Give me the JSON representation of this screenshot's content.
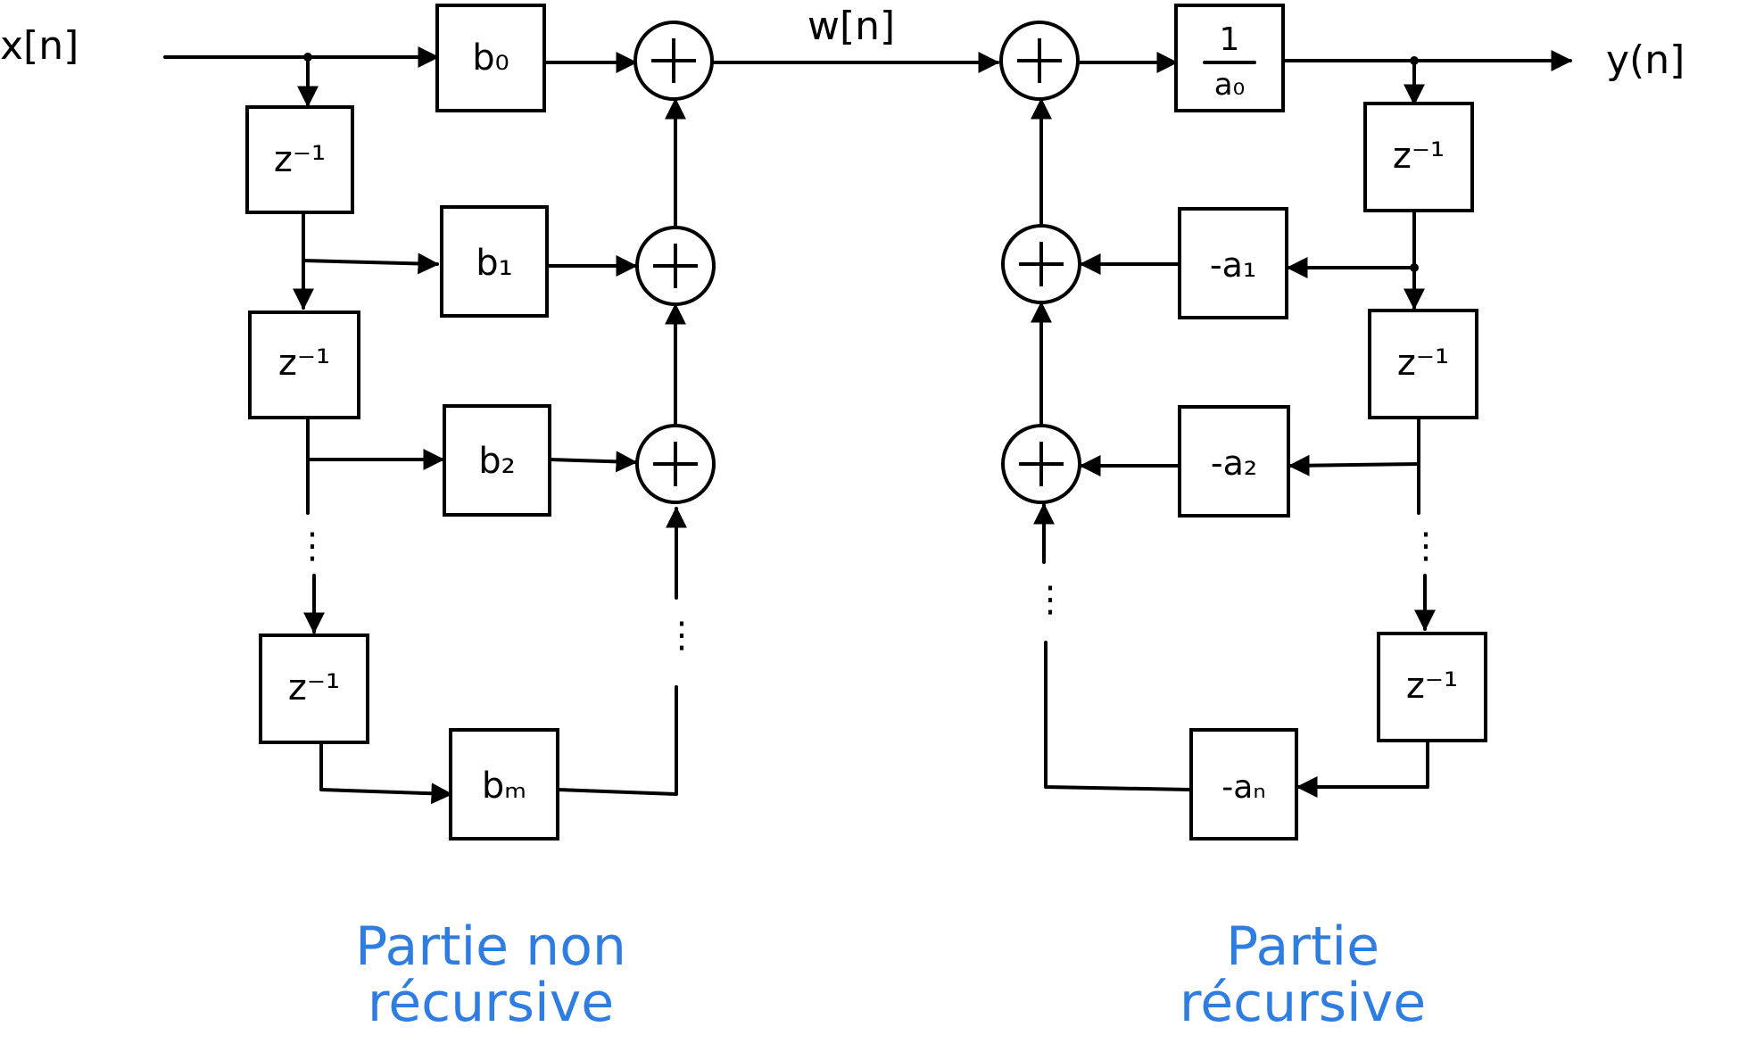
{
  "signals": {
    "input": "x[n]",
    "intermediate": "w[n]",
    "output": "y(n]"
  },
  "blocks": {
    "delay": "z⁻¹",
    "b0": "b₀",
    "b1": "b₁",
    "b2": "b₂",
    "bm": "bₘ",
    "inv_a0_num": "1",
    "inv_a0_den": "a₀",
    "a1": "-a₁",
    "a2": "-a₂",
    "aN": "-aₙ"
  },
  "summer_symbol": "+",
  "continuation": "⋮",
  "sections": {
    "left_line1": "Partie non",
    "left_line2": "récursive",
    "right_line1": "Partie",
    "right_line2": "récursive"
  },
  "colors": {
    "ink": "#000000",
    "label": "#2f7de1"
  }
}
